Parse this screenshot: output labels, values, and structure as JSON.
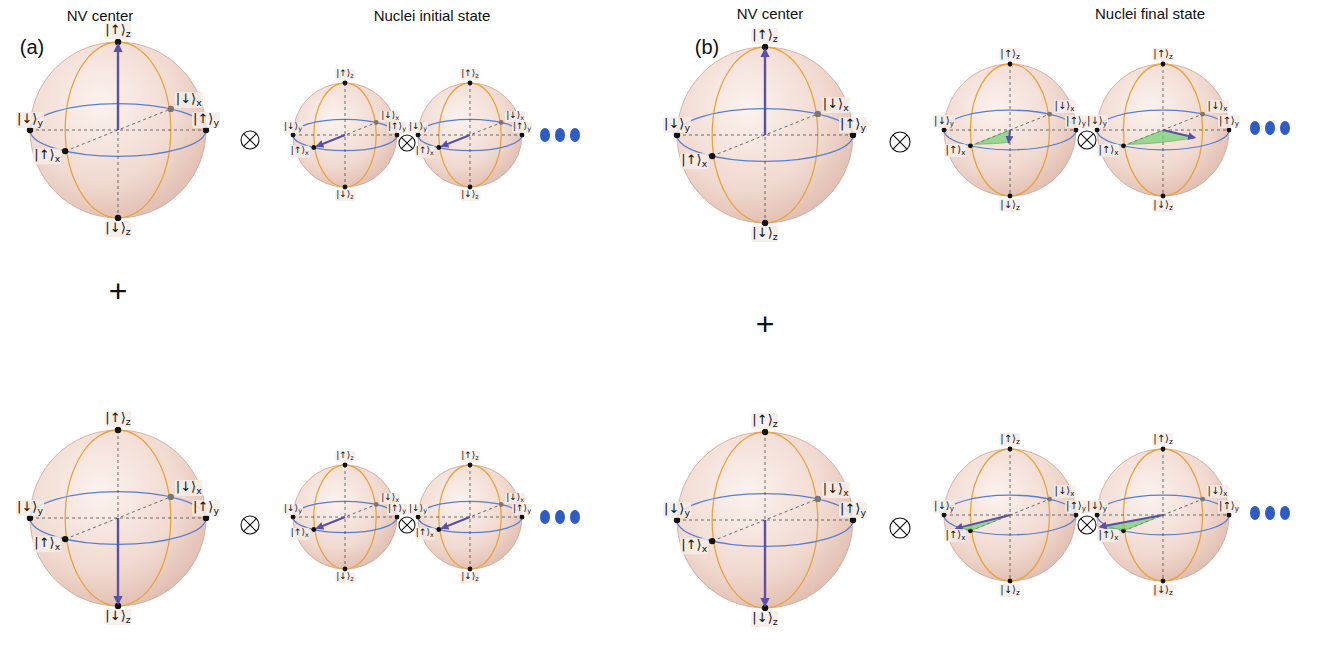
{
  "diagram": {
    "labels": [
      "(a)",
      "NV center",
      "Nuclei initial state",
      "(b)",
      "NV center",
      "Nuclei final state",
      "+",
      "+",
      "|↑⟩z",
      "|↓⟩z",
      "|↓⟩y",
      "|↑⟩y",
      "|↑⟩x",
      "|↓⟩x",
      "|↑⟩z",
      "|↓⟩z",
      "|↓⟩y",
      "|↑⟩y",
      "|↑⟩x",
      "|↓⟩x",
      "|↑⟩z",
      "|↓⟩z",
      "|↓⟩y",
      "|↑⟩y",
      "|↑⟩x",
      "|↓⟩x",
      "|↑⟩z",
      "|↓⟩z",
      "|↓⟩y",
      "|↑⟩y",
      "|↑⟩x",
      "|↓⟩x",
      "|↑⟩z",
      "|↓⟩z",
      "|↓⟩y",
      "|↑⟩y",
      "|↑⟩x",
      "|↓⟩x",
      "|↑⟩z",
      "|↓⟩z",
      "|↓⟩y",
      "|↑⟩y",
      "|↑⟩x",
      "|↓⟩x",
      "|↑⟩z",
      "|↓⟩z",
      "|↓⟩y",
      "|↑⟩y",
      "|↑⟩x",
      "|↓⟩x",
      "|↑⟩z",
      "|↓⟩z",
      "|↓⟩y",
      "|↑⟩y",
      "|↑⟩x",
      "|↓⟩x",
      "|↑⟩z",
      "|↓⟩z",
      "|↓⟩y",
      "|↑⟩y",
      "|↑⟩x",
      "|↓⟩x",
      "|↑⟩z",
      "|↓⟩z",
      "|↓⟩y",
      "|↑⟩y",
      "|↑⟩x",
      "|↓⟩x",
      "|↑⟩z",
      "|↓⟩z",
      "|↓⟩y",
      "|↑⟩y",
      "|↑⟩x",
      "|↓⟩x",
      "|↑⟩z",
      "|↓⟩z",
      "|↓⟩y",
      "|↑⟩y",
      "|↑⟩x",
      "|↓⟩x"
    ]
  }
}
